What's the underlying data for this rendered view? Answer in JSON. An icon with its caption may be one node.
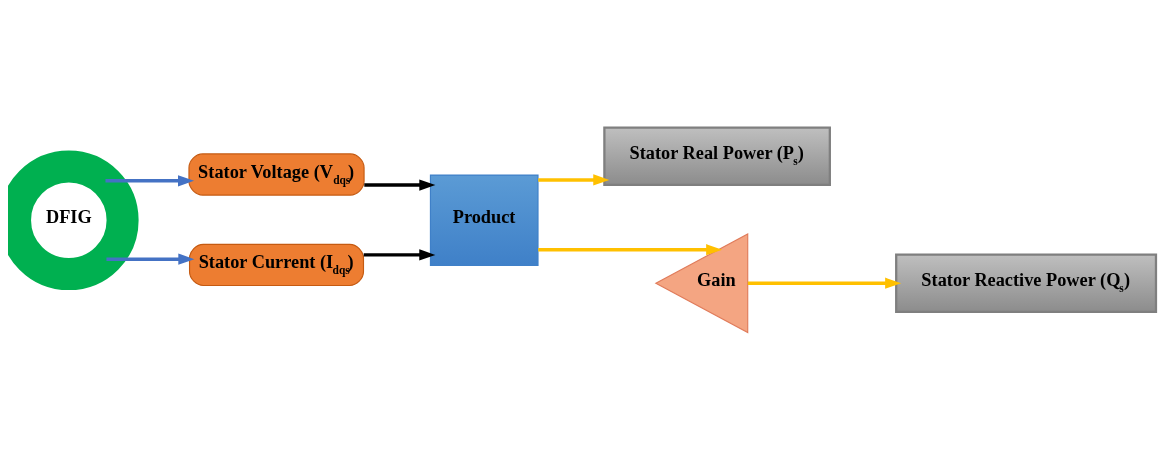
{
  "diagram": {
    "nodes": [
      {
        "text": [
          "DFIG"
        ]
      },
      {
        "text": [
          "Stator Voltage (V$_{dqs}$)"
        ]
      },
      {
        "text": [
          "Stator Current (I$_{dqs}$)"
        ]
      },
      {
        "text": [
          "Product"
        ]
      },
      {
        "text": [
          "Stator Real Power (P$_{s}$)"
        ]
      },
      {
        "text": [
          "Gain"
        ]
      },
      {
        "text": [
          "Stator Reactive Power (Q$_{s}$)"
        ]
      }
    ],
    "edges": [
      {
        "from": 0,
        "to": 1,
        "arrow": "to",
        "color": "#4472c4"
      },
      {
        "from": 0,
        "to": 2,
        "arrow": "to",
        "color": "#4472c4"
      },
      {
        "from": 1,
        "to": 3,
        "arrow": "to",
        "color": "#000000"
      },
      {
        "from": 2,
        "to": 3,
        "arrow": "to",
        "color": "#000000"
      },
      {
        "from": 3,
        "to": 4,
        "arrow": "to",
        "color": "#ffc000"
      },
      {
        "from": 3,
        "to": 5,
        "arrow": "to",
        "color": "#ffc000"
      },
      {
        "from": 5,
        "to": 6,
        "arrow": "to",
        "color": "#ffc000"
      }
    ]
  }
}
